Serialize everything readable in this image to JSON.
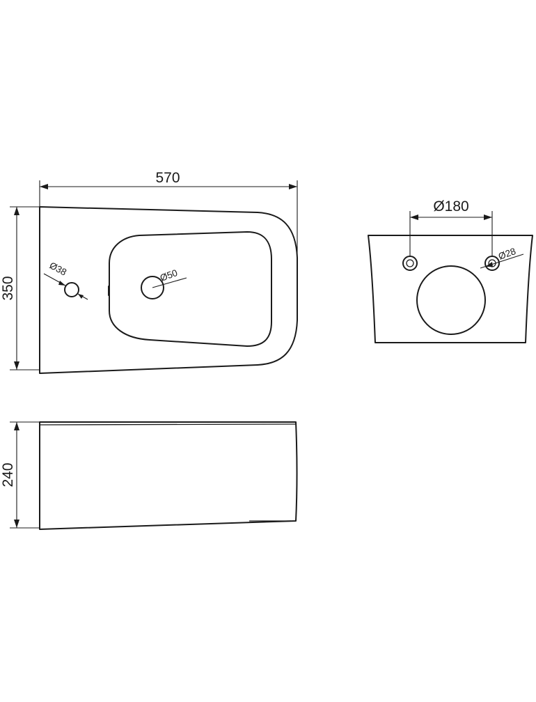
{
  "top_view": {
    "width_label": "570",
    "depth_label": "350",
    "tap_hole_label": "Ø38",
    "drain_label": "Ø50"
  },
  "side_view": {
    "height_label": "240"
  },
  "back_view": {
    "bolt_spacing_label": "Ø180",
    "bolt_hole_label": "Ø28"
  }
}
